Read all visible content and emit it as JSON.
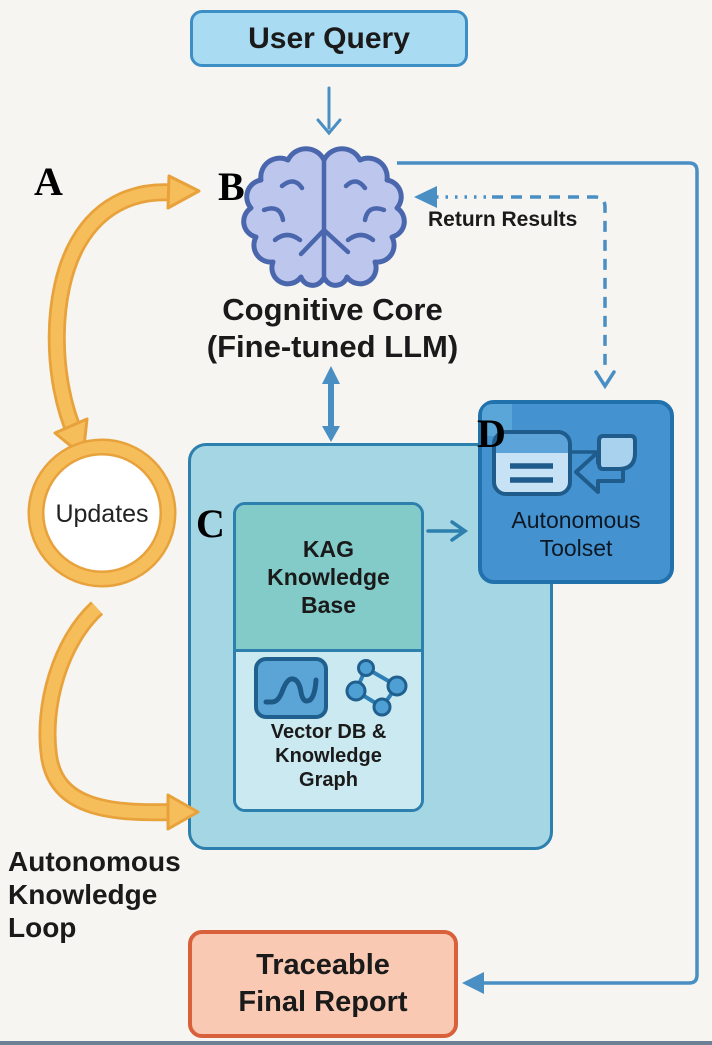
{
  "nodes": {
    "user_query": "User Query",
    "cognitive_core": "Cognitive Core\n(Fine-tuned LLM)",
    "kag_kb": "KAG\nKnowledge\nBase",
    "vector_db": "Vector DB &\nKnowledge\nGraph",
    "toolset": "Autonomous\nToolset",
    "updates": "Updates",
    "report": "Traceable\nFinal Report"
  },
  "labels": {
    "a": "A",
    "b": "B",
    "c": "C",
    "d": "D"
  },
  "annotations": {
    "return_results": "Return Results",
    "loop_caption": "Autonomous\nKnowledge\nLoop"
  },
  "icons": [
    "brain-icon",
    "waveform-icon",
    "knowledge-graph-icon",
    "tool-card-icon",
    "reply-arrow-icon",
    "reply-bubble-icon",
    "updates-ring"
  ],
  "colors": {
    "background": "#f6f5f1",
    "blue_arrow": "#4a8fc4",
    "box_border_blue": "#2d7fae",
    "user_query_fill": "#a9dbf2",
    "container_fill": "#a5d6e3",
    "kag_fill": "#82cbc8",
    "vector_fill": "#cbe9f0",
    "toolset_fill": "#4493d0",
    "brain_fill": "#bdc6ec",
    "brain_stroke": "#4a67ae",
    "orange_fill": "#f6bd5b",
    "orange_stroke": "#e8a23c",
    "report_fill": "#f9c9b4",
    "report_border": "#d8603b"
  }
}
